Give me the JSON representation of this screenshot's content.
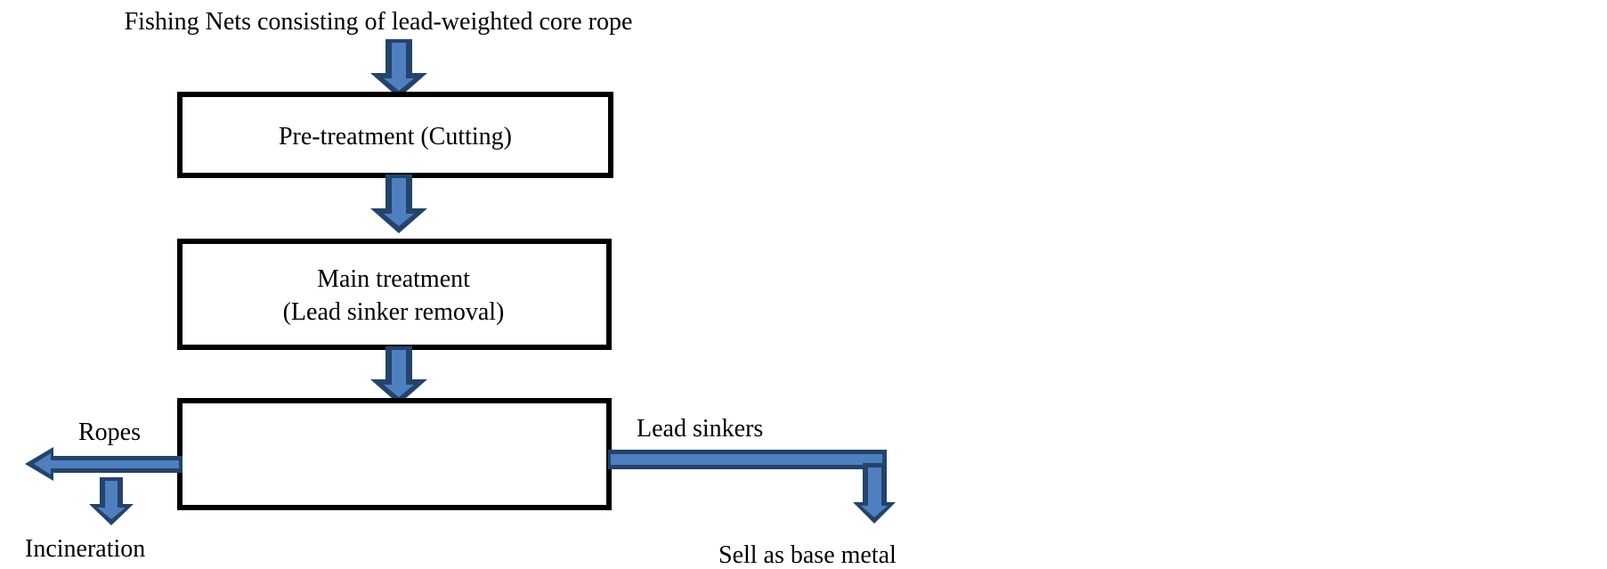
{
  "diagram": {
    "input_label": "Fishing Nets consisting of lead-weighted core rope",
    "steps": [
      {
        "lines": [
          "Pre-treatment (Cutting)"
        ]
      },
      {
        "lines": [
          "Main treatment",
          "(Lead sinker removal)"
        ]
      },
      {
        "lines": []
      }
    ],
    "outputs": {
      "left_label": "Ropes",
      "left_destination": "Incineration",
      "right_label": "Lead sinkers",
      "right_destination": "Sell as base metal"
    },
    "colors": {
      "arrow_fill": "#4f7fbf",
      "arrow_outline": "#25436b",
      "box_stroke": "#000000"
    }
  }
}
